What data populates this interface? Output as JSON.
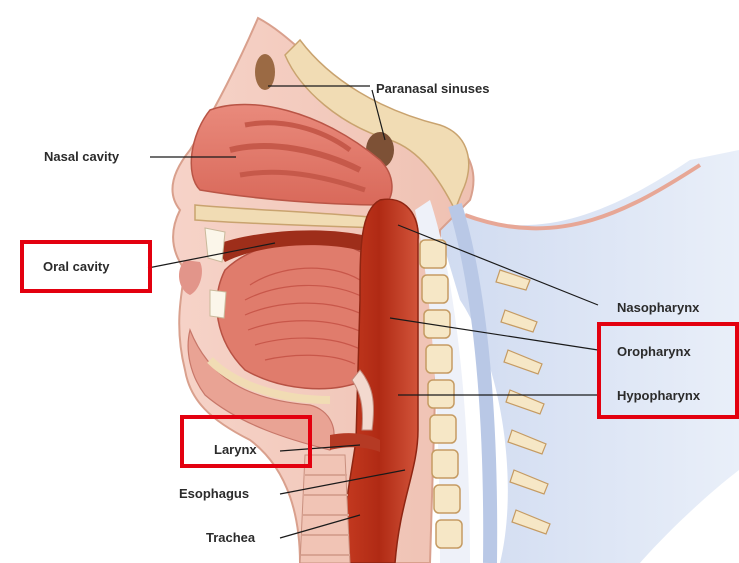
{
  "labels": {
    "paranasal_sinuses": "Paranasal sinuses",
    "nasal_cavity": "Nasal cavity",
    "oral_cavity": "Oral cavity",
    "nasopharynx": "Nasopharynx",
    "oropharynx": "Oropharynx",
    "hypopharynx": "Hypopharynx",
    "larynx": "Larynx",
    "esophagus": "Esophagus",
    "trachea": "Trachea"
  },
  "highlight_color": "#e3000f",
  "highlighted": [
    "Oral cavity",
    "Oropharynx",
    "Hypopharynx",
    "Larynx"
  ]
}
